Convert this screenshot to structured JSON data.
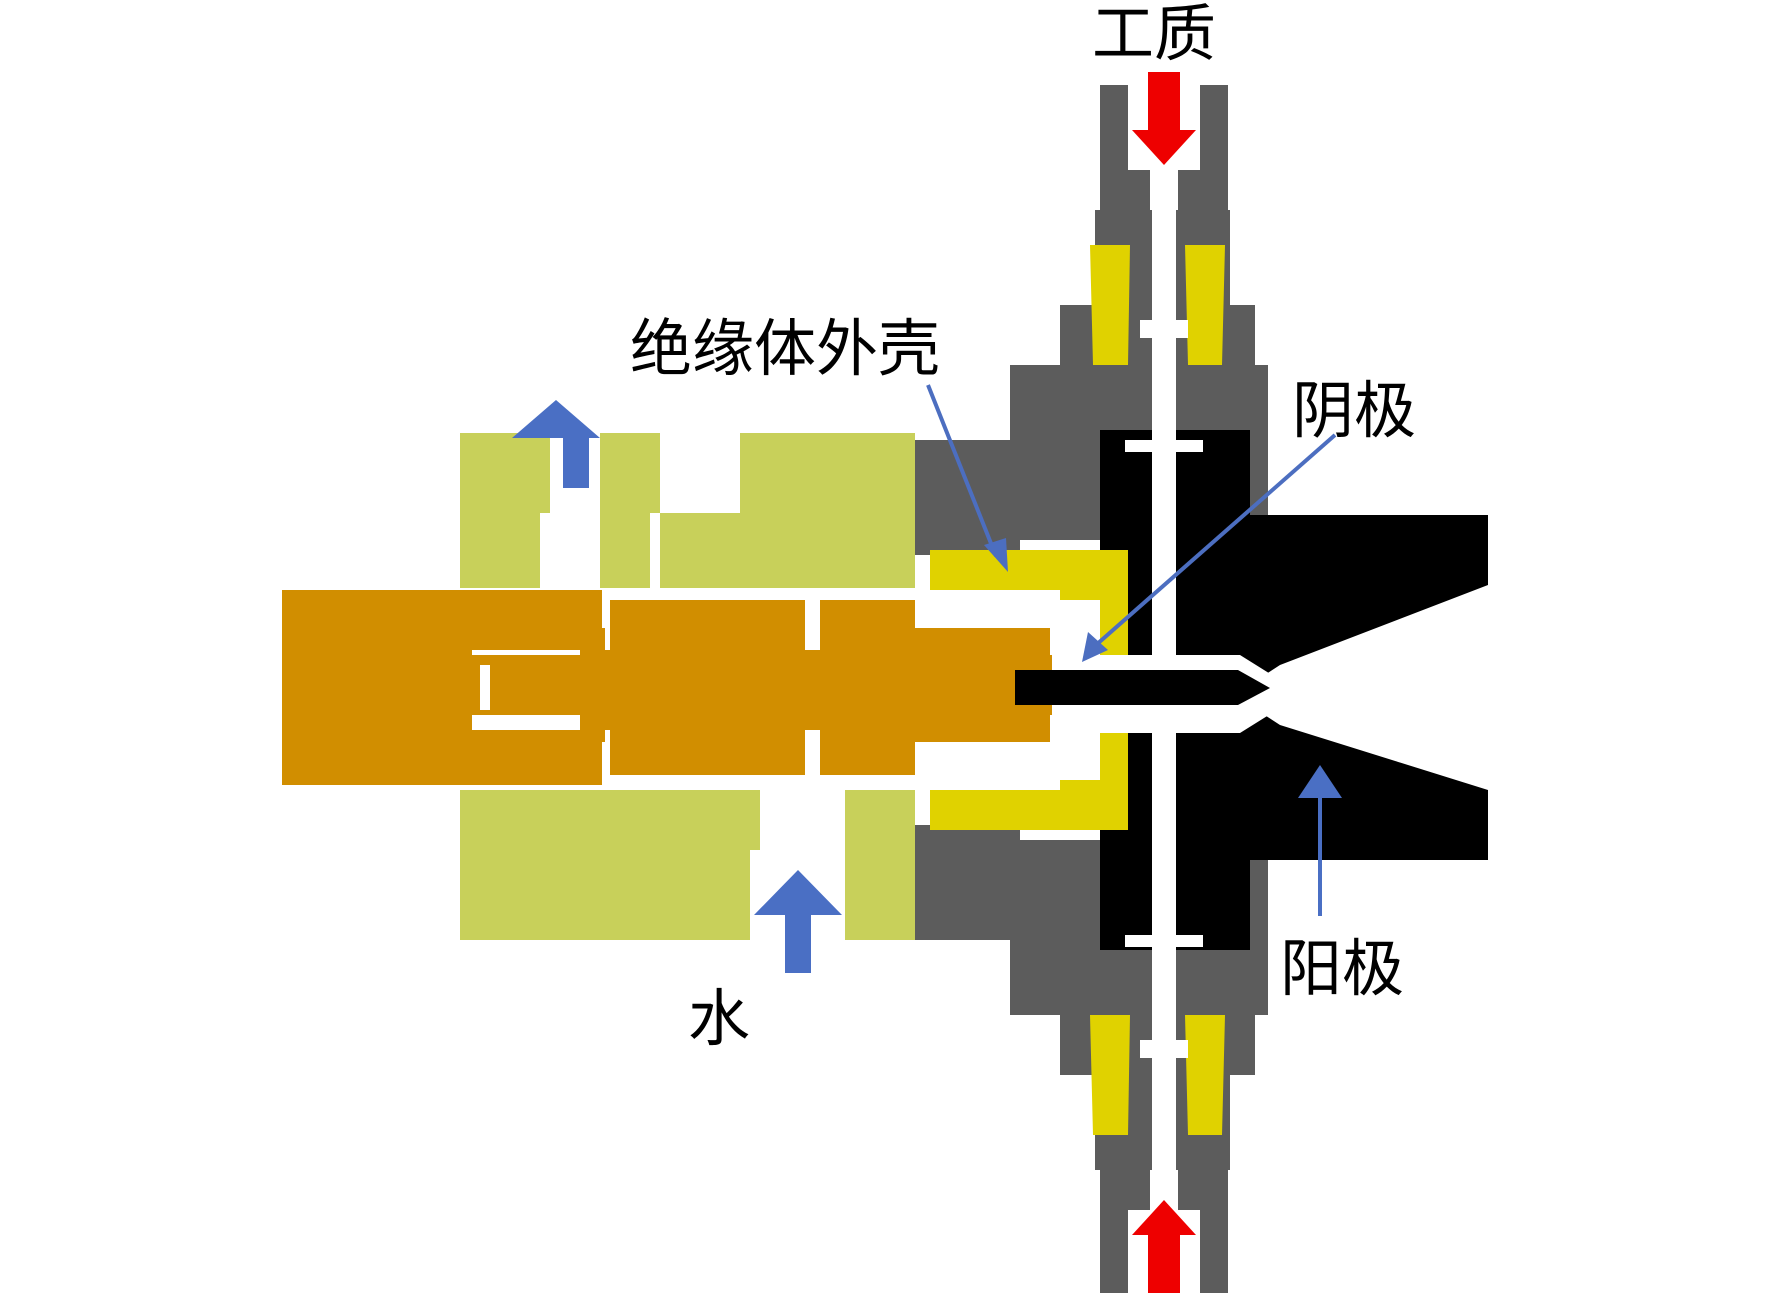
{
  "labels": {
    "working_medium": "工质",
    "insulator_shell": "绝缘体外壳",
    "cathode": "阴极",
    "anode": "阳极",
    "water": "水"
  },
  "colors": {
    "cathode_copper": "#d18e00",
    "insulator_green": "#c8d05a",
    "insulator_yellow": "#e0d200",
    "housing_gray": "#5c5c5c",
    "anode_black": "#000000",
    "flow_arrow_blue": "#4a6fc4",
    "gas_arrow_red": "#ee0000",
    "pointer_blue": "#4c6ec0"
  },
  "icons": {
    "gas_inlet_top": "red-arrow-down-icon",
    "gas_inlet_bottom": "red-arrow-up-icon",
    "water_in": "blue-arrow-up-icon",
    "water_out": "blue-arrow-up-icon"
  }
}
